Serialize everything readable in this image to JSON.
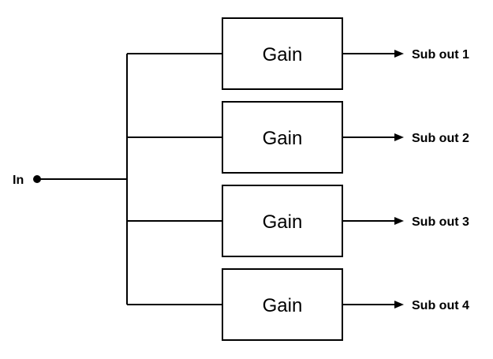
{
  "input": {
    "label": "In"
  },
  "blocks": [
    {
      "label": "Gain",
      "output": "Sub out 1"
    },
    {
      "label": "Gain",
      "output": "Sub out 2"
    },
    {
      "label": "Gain",
      "output": "Sub out 3"
    },
    {
      "label": "Gain",
      "output": "Sub out 4"
    }
  ]
}
